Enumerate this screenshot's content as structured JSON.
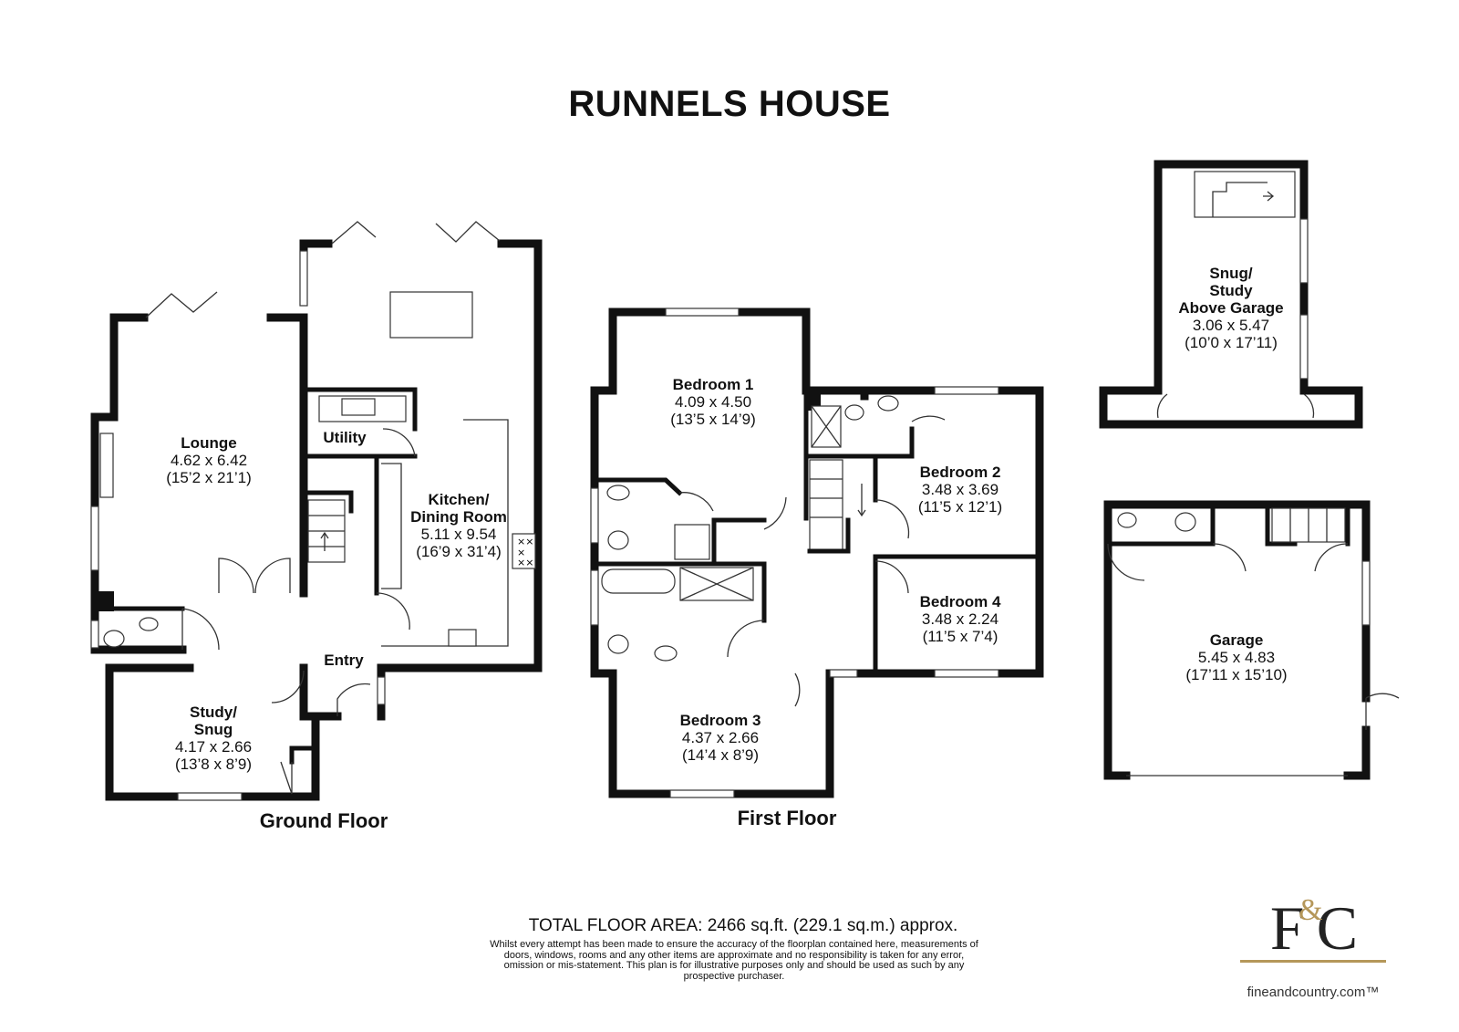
{
  "title": "RUNNELS HOUSE",
  "floors": {
    "ground": "Ground Floor",
    "first": "First Floor"
  },
  "rooms": {
    "lounge": {
      "name": "Lounge",
      "metric": "4.62 x 6.42",
      "imperial": "(15’2 x 21’1)"
    },
    "utility": {
      "name": "Utility"
    },
    "kitchen": {
      "name": "Kitchen/",
      "name2": "Dining Room",
      "metric": "5.11 x 9.54",
      "imperial": "(16’9 x 31’4)"
    },
    "entry": {
      "name": "Entry"
    },
    "study": {
      "name": "Study/",
      "name2": "Snug",
      "metric": "4.17 x 2.66",
      "imperial": "(13’8 x 8’9)"
    },
    "bedroom1": {
      "name": "Bedroom 1",
      "metric": "4.09 x 4.50",
      "imperial": "(13’5 x 14’9)"
    },
    "bedroom2": {
      "name": "Bedroom 2",
      "metric": "3.48 x 3.69",
      "imperial": "(11’5 x 12’1)"
    },
    "bedroom3": {
      "name": "Bedroom 3",
      "metric": "4.37 x 2.66",
      "imperial": "(14’4 x 8’9)"
    },
    "bedroom4": {
      "name": "Bedroom 4",
      "metric": "3.48 x 2.24",
      "imperial": "(11’5 x 7’4)"
    },
    "snug_above": {
      "name": "Snug/",
      "name2": "Study",
      "name3": "Above Garage",
      "metric": "3.06 x 5.47",
      "imperial": "(10’0 x 17’11)"
    },
    "garage": {
      "name": "Garage",
      "metric": "5.45 x 4.83",
      "imperial": "(17’11 x 15’10)"
    }
  },
  "total_area": "TOTAL FLOOR AREA: 2466 sq.ft. (229.1 sq.m.) approx.",
  "disclaimer": "Whilst every attempt has been made to ensure the accuracy of the floorplan contained here, measurements of doors, windows, rooms and any other items are approximate and no responsibility is taken for any error, omission or mis-statement. This plan is for illustrative purposes only and should be used as such by any prospective purchaser.",
  "logo": {
    "letters": "F C",
    "amp": "&",
    "url": "fineandcountry.com™"
  },
  "colors": {
    "walls": "#111111",
    "logo_gold": "#b5975a",
    "background": "#ffffff"
  }
}
